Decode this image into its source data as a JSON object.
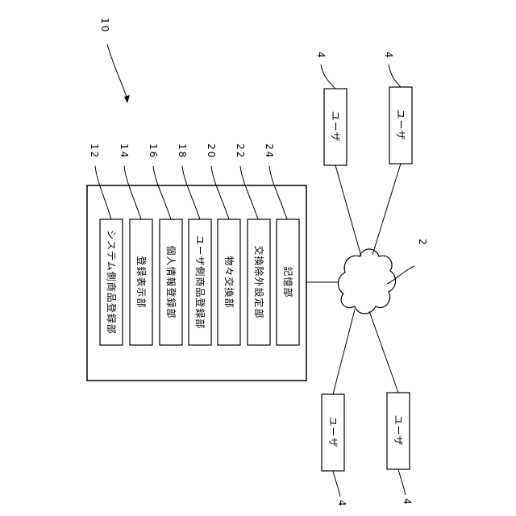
{
  "system": {
    "ref": "10",
    "modules": [
      {
        "ref": "12",
        "label": "システム側商品登録部"
      },
      {
        "ref": "14",
        "label": "登録表示部"
      },
      {
        "ref": "16",
        "label": "個人情報登録部"
      },
      {
        "ref": "18",
        "label": "ユーザ側商品登録部"
      },
      {
        "ref": "20",
        "label": "物々交換部"
      },
      {
        "ref": "22",
        "label": "交換除外設定部"
      },
      {
        "ref": "24",
        "label": "記憶部"
      }
    ]
  },
  "network": {
    "ref": "2"
  },
  "users": [
    {
      "ref": "4",
      "label": "ユーザ"
    },
    {
      "ref": "4",
      "label": "ユーザ"
    },
    {
      "ref": "4",
      "label": "ユーザ"
    },
    {
      "ref": "4",
      "label": "ユーザ"
    }
  ]
}
